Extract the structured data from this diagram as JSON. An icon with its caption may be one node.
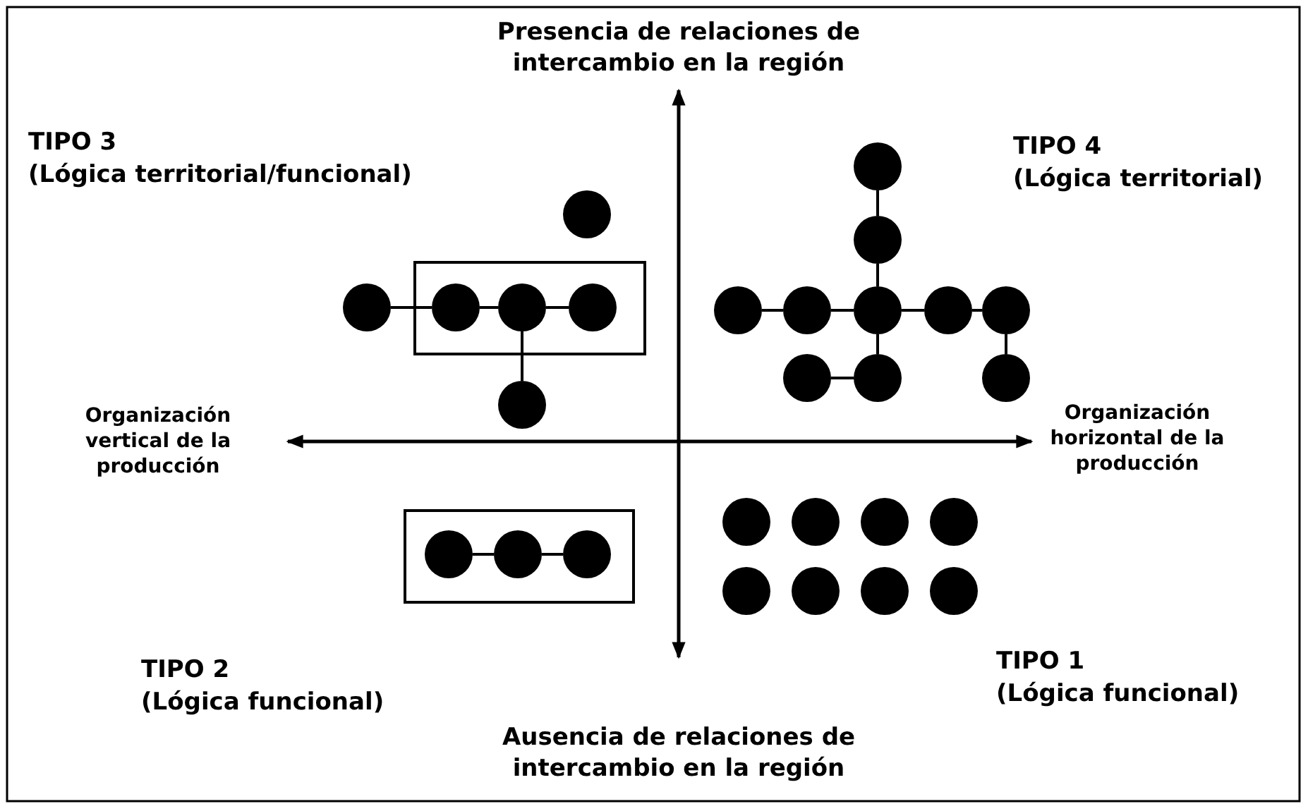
{
  "diagram": {
    "nodes": [
      {
        "text": [],
        "shape": "circle"
      },
      {
        "text": [],
        "shape": "box"
      },
      {
        "text": [],
        "shape": "circle"
      },
      {
        "text": [],
        "shape": "circle",
        "in": 1
      },
      {
        "text": [],
        "shape": "circle",
        "in": 1
      },
      {
        "text": [],
        "shape": "circle",
        "in": 1
      },
      {
        "text": [],
        "shape": "circle"
      },
      {
        "text": [],
        "shape": "circle"
      },
      {
        "text": [],
        "shape": "circle"
      },
      {
        "text": [],
        "shape": "circle"
      },
      {
        "text": [],
        "shape": "circle"
      },
      {
        "text": [],
        "shape": "circle"
      },
      {
        "text": [],
        "shape": "circle"
      },
      {
        "text": [],
        "shape": "circle"
      },
      {
        "text": [],
        "shape": "circle"
      },
      {
        "text": [],
        "shape": "circle"
      },
      {
        "text": [],
        "shape": "circle"
      },
      {
        "text": [],
        "shape": "box"
      },
      {
        "text": [],
        "shape": "circle",
        "in": 17
      },
      {
        "text": [],
        "shape": "circle",
        "in": 17
      },
      {
        "text": [],
        "shape": "circle",
        "in": 17
      },
      {
        "text": [],
        "shape": "circle"
      },
      {
        "text": [],
        "shape": "circle"
      },
      {
        "text": [],
        "shape": "circle"
      },
      {
        "text": [],
        "shape": "circle"
      },
      {
        "text": [],
        "shape": "circle"
      },
      {
        "text": [],
        "shape": "circle"
      },
      {
        "text": [],
        "shape": "circle"
      },
      {
        "text": [],
        "shape": "circle"
      }
    ],
    "edges": [
      {
        "from": 2,
        "to": 3,
        "arrow": "none"
      },
      {
        "from": 3,
        "to": 4,
        "arrow": "none"
      },
      {
        "from": 4,
        "to": 5,
        "arrow": "none"
      },
      {
        "from": 4,
        "to": 6,
        "arrow": "none"
      },
      {
        "from": 7,
        "to": 8,
        "arrow": "none"
      },
      {
        "from": 8,
        "to": 11,
        "arrow": "none"
      },
      {
        "from": 9,
        "to": 10,
        "arrow": "none"
      },
      {
        "from": 10,
        "to": 11,
        "arrow": "none"
      },
      {
        "from": 11,
        "to": 12,
        "arrow": "none"
      },
      {
        "from": 12,
        "to": 13,
        "arrow": "none"
      },
      {
        "from": 11,
        "to": 15,
        "arrow": "none"
      },
      {
        "from": 14,
        "to": 15,
        "arrow": "none"
      },
      {
        "from": 13,
        "to": 16,
        "arrow": "none"
      },
      {
        "from": 18,
        "to": 19,
        "arrow": "none"
      },
      {
        "from": 19,
        "to": 20,
        "arrow": "none"
      }
    ],
    "labels": [
      "Presencia de relaciones de intercambio en la región",
      "TIPO 3",
      "(Lógica territorial/funcional)",
      "TIPO 4",
      "(Lógica territorial)",
      "Organización vertical de la producción",
      "Organización horizontal de la producción",
      "TIPO 2",
      "(Lógica funcional)",
      "TIPO 1",
      "(Lógica funcional)",
      "Ausencia de relaciones de intercambio en la región"
    ]
  }
}
